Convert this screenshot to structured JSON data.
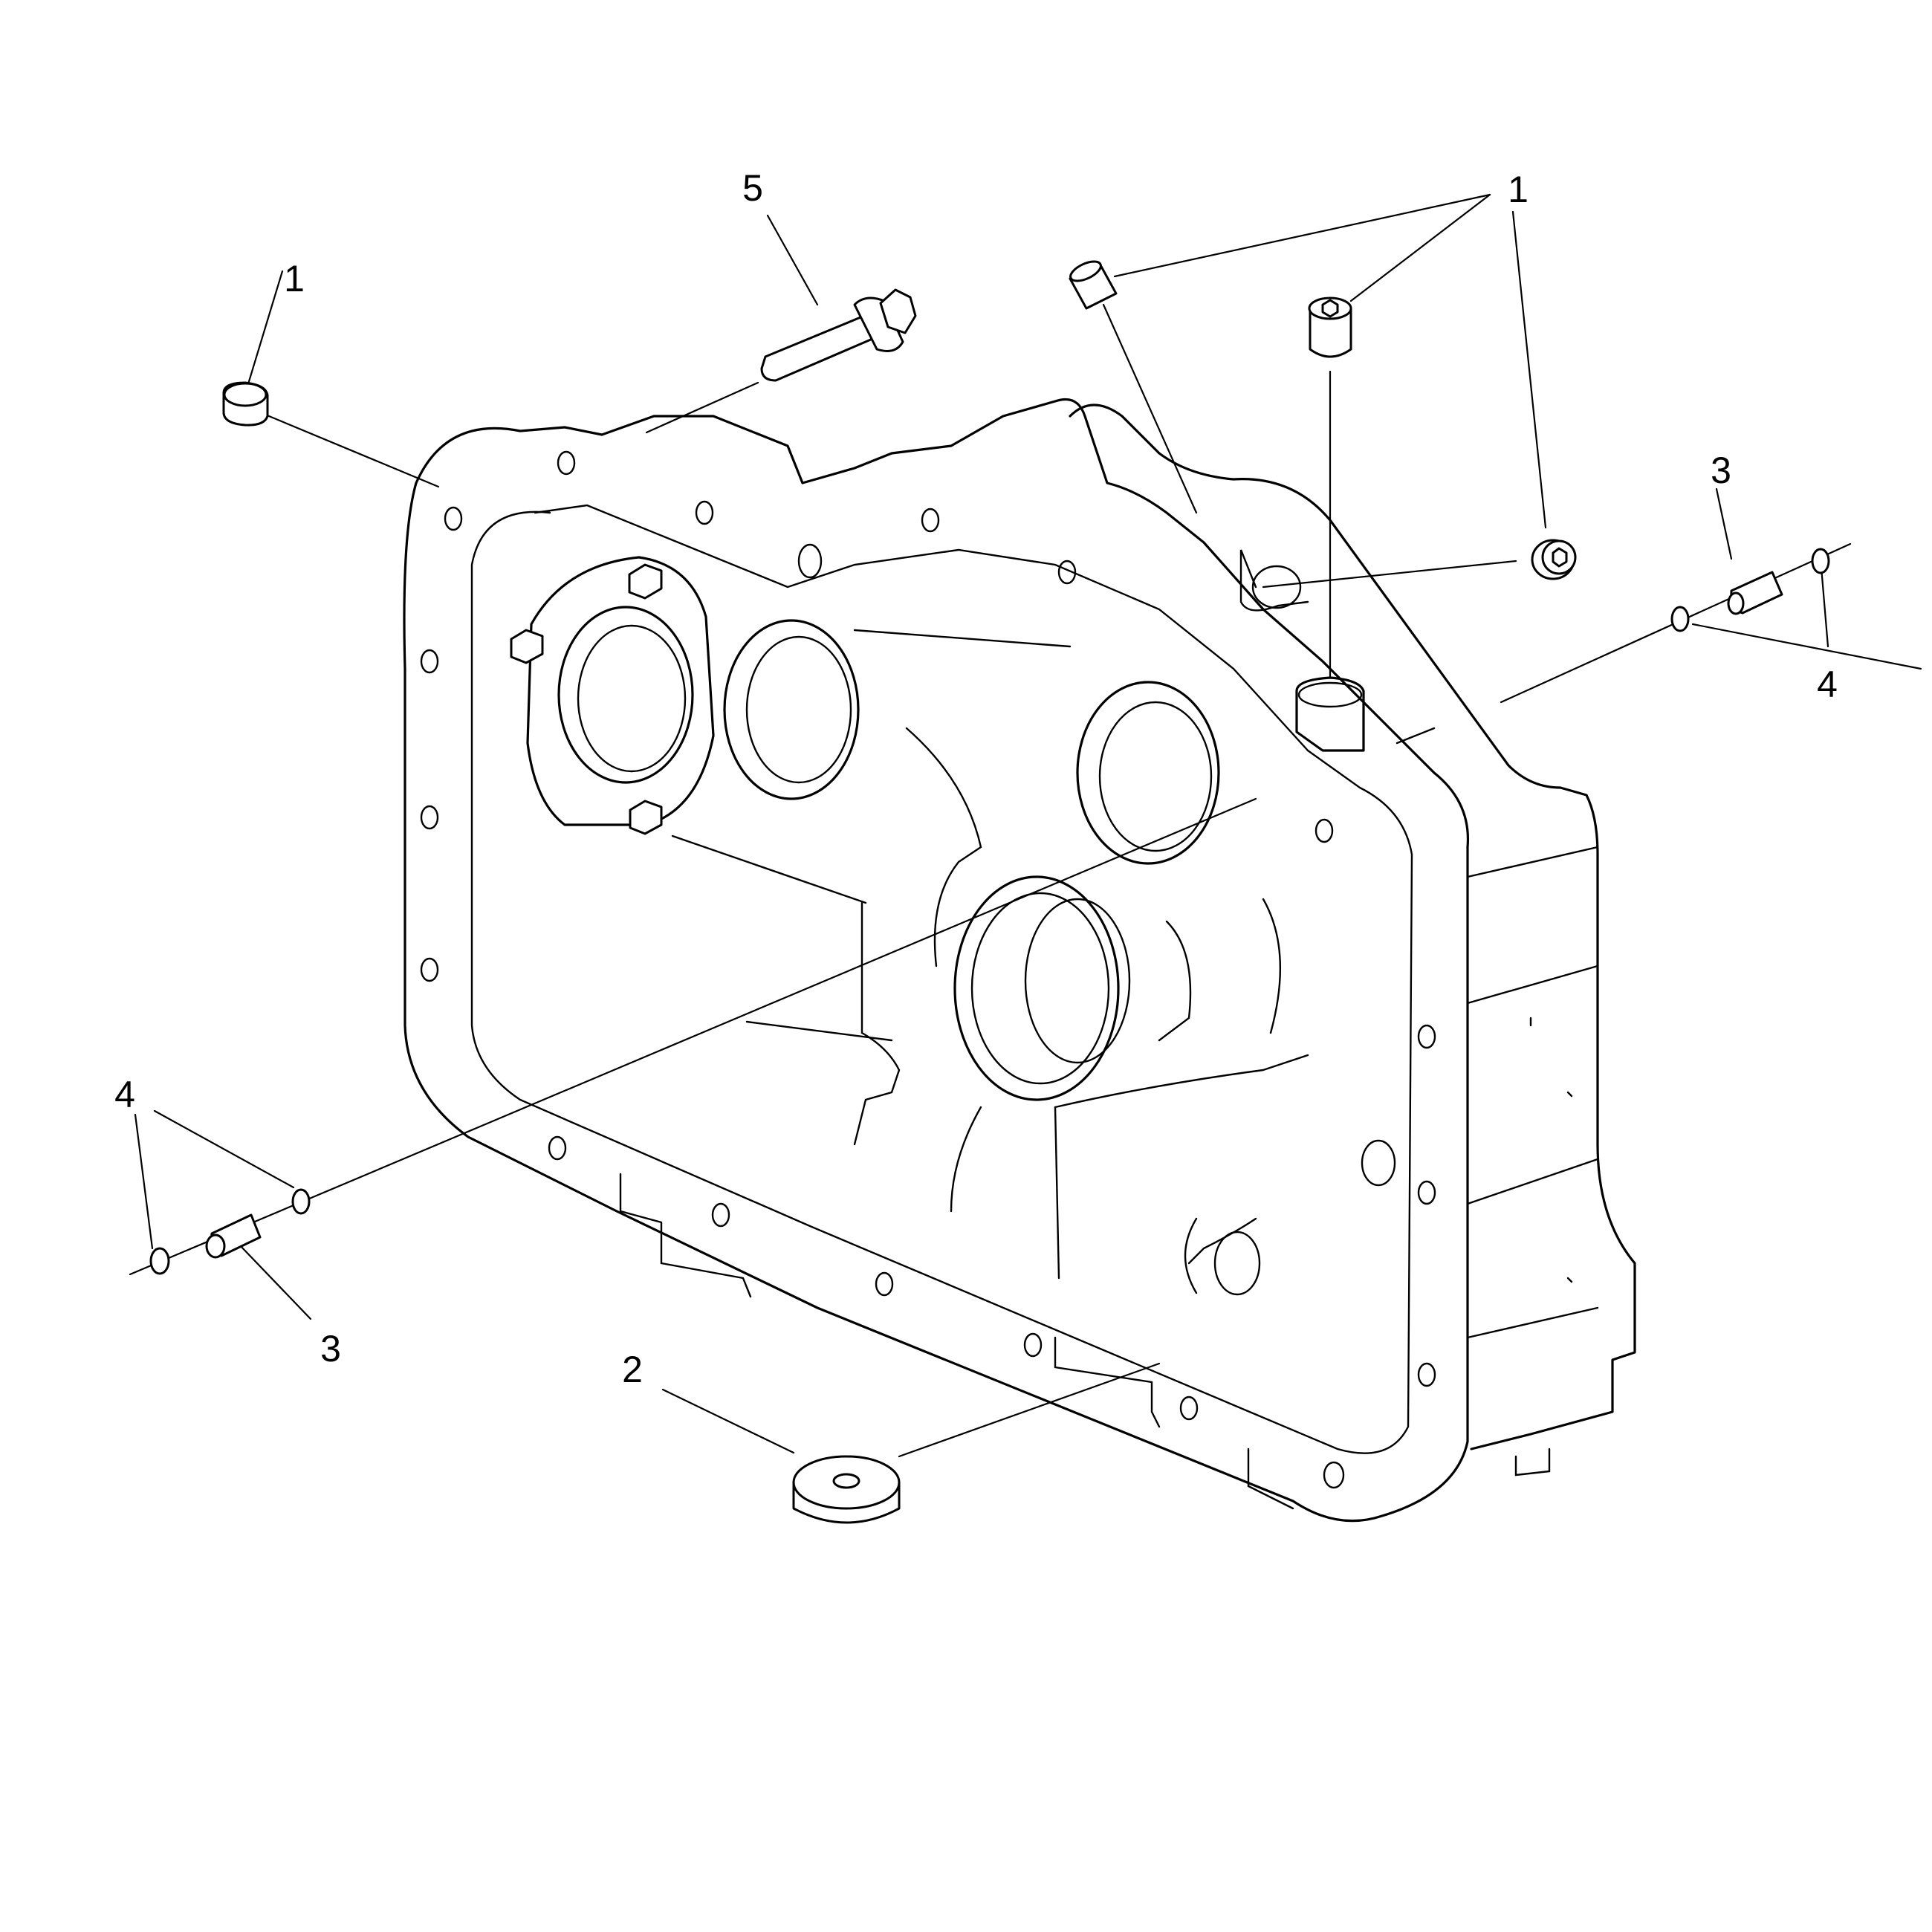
{
  "callouts": [
    {
      "id": "1a",
      "label": "1"
    },
    {
      "id": "1b",
      "label": "1"
    },
    {
      "id": "2",
      "label": "2"
    },
    {
      "id": "3a",
      "label": "3"
    },
    {
      "id": "3b",
      "label": "3"
    },
    {
      "id": "4a",
      "label": "4"
    },
    {
      "id": "4b",
      "label": "4"
    },
    {
      "id": "5",
      "label": "5"
    }
  ]
}
